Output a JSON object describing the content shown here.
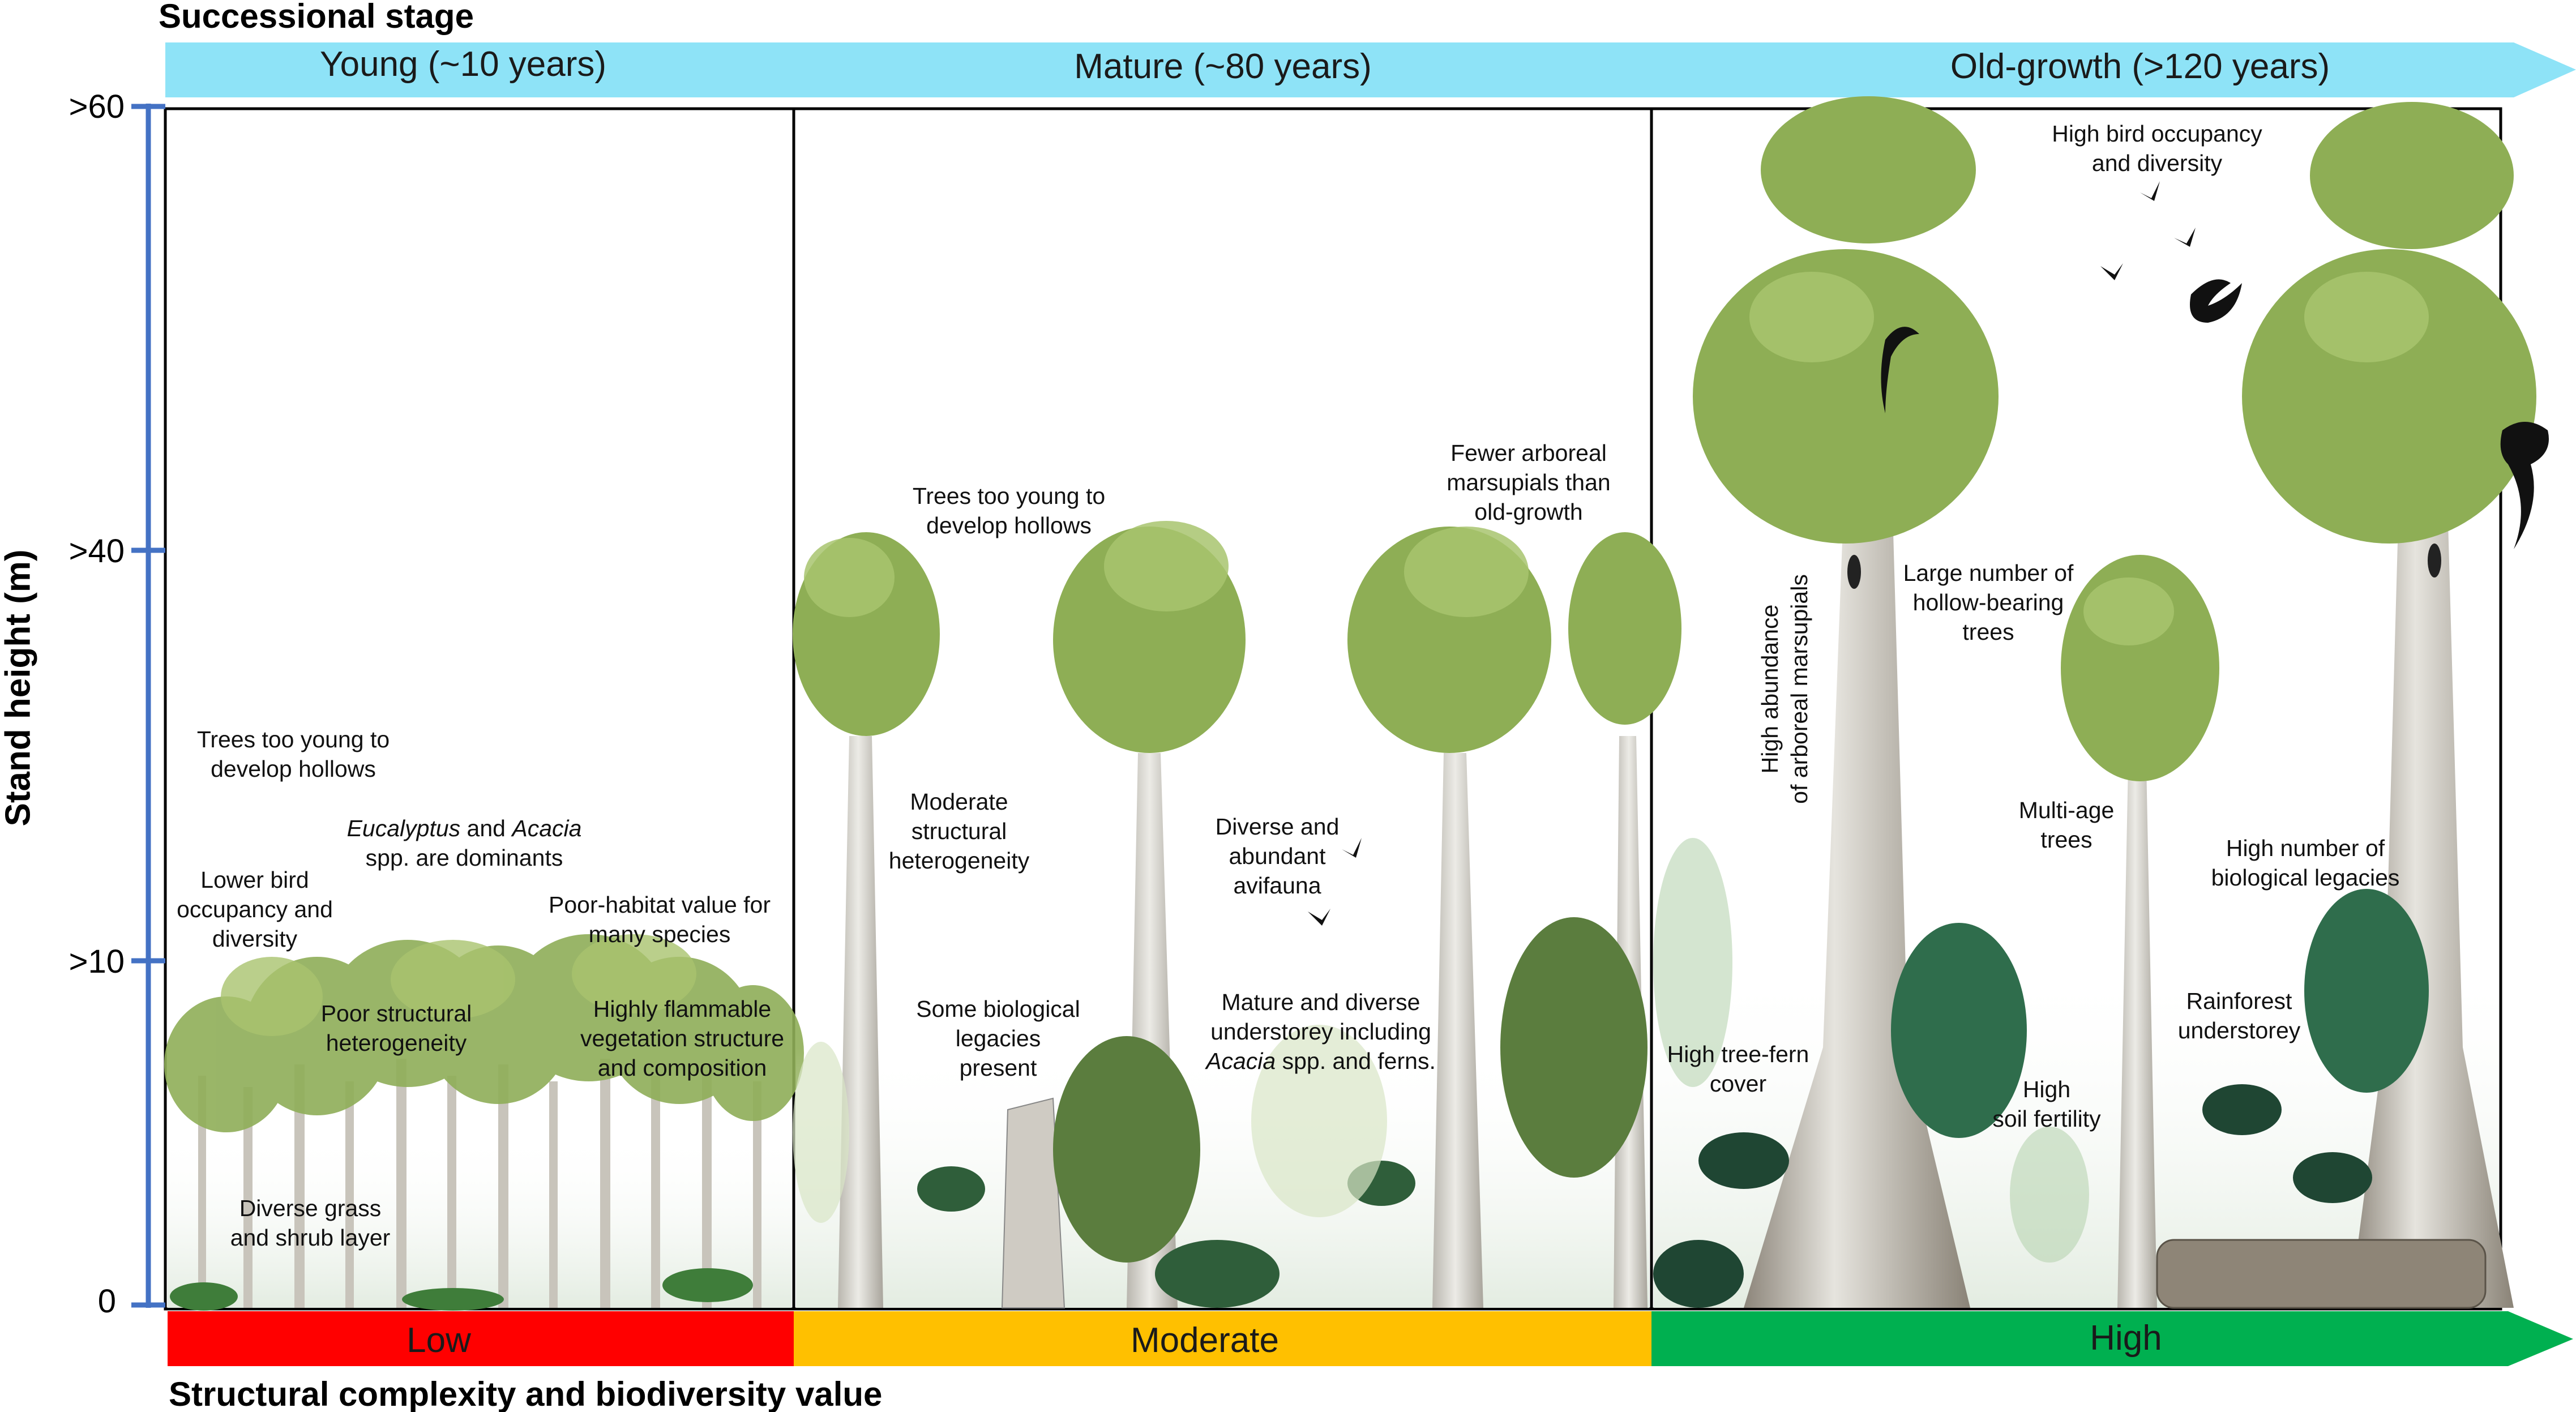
{
  "headings": {
    "top": "Successional stage",
    "bottom": "Structural complexity and biodiversity value"
  },
  "stages": [
    {
      "label": "Young (~10 years)"
    },
    {
      "label": "Mature (~80 years)"
    },
    {
      "label": "Old-growth (>120 years)"
    }
  ],
  "value_bands": [
    {
      "label": "Low",
      "color": "#ff0000"
    },
    {
      "label": "Moderate",
      "color": "#ffc000"
    },
    {
      "label": "High",
      "color": "#00b050"
    }
  ],
  "axis": {
    "title": "Stand height (m)",
    "ticks": [
      ">60",
      ">40",
      ">10",
      "0"
    ],
    "color": "#4472c4"
  },
  "colors": {
    "stage_arrow": "#8ee3f7",
    "panel_border": "#000000"
  },
  "notes": {
    "young": [
      {
        "text": "Trees too young to\ndevelop hollows"
      },
      {
        "text": "*Eucalyptus* and *Acacia*\nspp. are dominants"
      },
      {
        "text": "Lower bird\noccupancy and\ndiversity"
      },
      {
        "text": "Poor-habitat value for\nmany species"
      },
      {
        "text": "Poor structural\nheterogeneity"
      },
      {
        "text": "Highly flammable\nvegetation structure\nand composition"
      },
      {
        "text": "Diverse grass\nand shrub layer"
      }
    ],
    "mature": [
      {
        "text": "Trees too young to\ndevelop hollows"
      },
      {
        "text": "Fewer arboreal\nmarsupials than\nold-growth"
      },
      {
        "text": "Moderate\nstructural\nheterogeneity"
      },
      {
        "text": "Diverse and\nabundant\navifauna"
      },
      {
        "text": "Some biological\nlegacies\npresent"
      },
      {
        "text": "Mature and diverse\nunderstorey including\n*Acacia* spp. and ferns."
      }
    ],
    "old_growth": [
      {
        "text": "High bird occupancy\nand diversity"
      },
      {
        "text": "Large number of\nhollow-bearing\ntrees"
      },
      {
        "text": "High abundance\nof arboreal marsupials"
      },
      {
        "text": "Multi-age\ntrees"
      },
      {
        "text": "High number of\nbiological legacies"
      },
      {
        "text": "Rainforest\nunderstorey"
      },
      {
        "text": "High tree-fern\ncover"
      },
      {
        "text": "High\nsoil fertility"
      }
    ]
  }
}
